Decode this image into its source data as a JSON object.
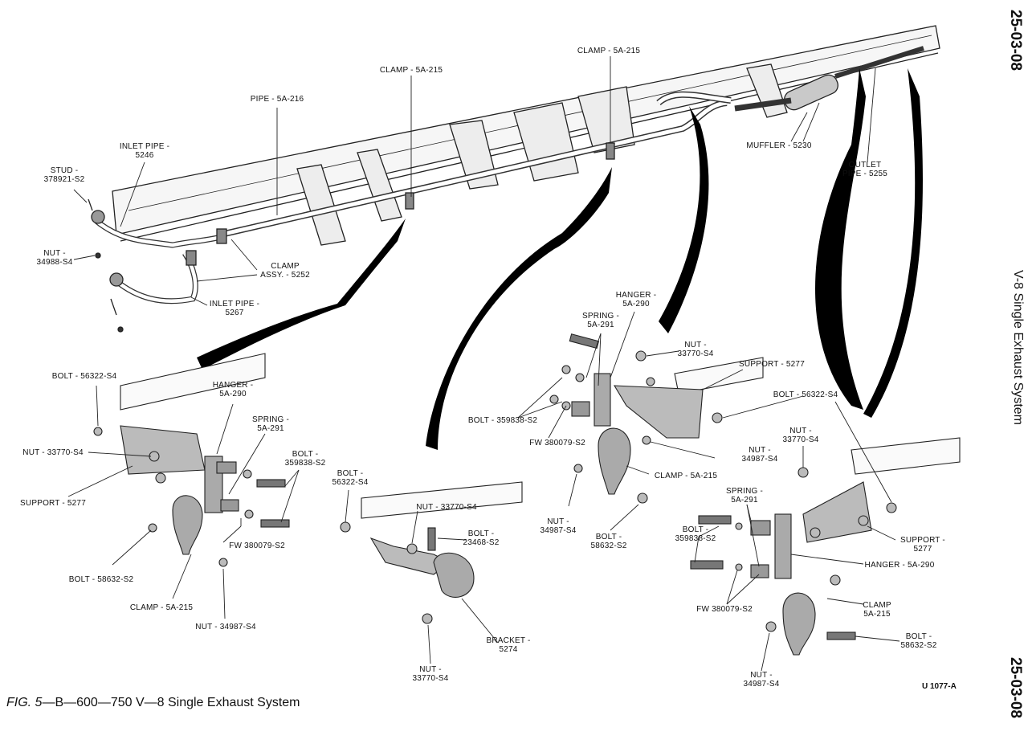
{
  "page": {
    "number_top": "25-03-08",
    "number_bottom": "25-03-08",
    "side_title": "V-8 Single Exhaust System",
    "caption_prefix": "FIG. 5",
    "caption_text": "—B—600—750 V—8 Single Exhaust System",
    "ref_code": "U 1077-A"
  },
  "labels": {
    "stud": [
      "STUD -",
      "378921-S2"
    ],
    "inlet_pipe_top": [
      "INLET PIPE -",
      "5246"
    ],
    "pipe": [
      "PIPE - 5A-216"
    ],
    "clamp_top1": [
      "CLAMP - 5A-215"
    ],
    "clamp_top2": [
      "CLAMP - 5A-215"
    ],
    "muffler": [
      "MUFFLER - 5230"
    ],
    "outlet_pipe": [
      "OUTLET",
      "PIPE - 5255"
    ],
    "nut_top": [
      "NUT -",
      "34988-S4"
    ],
    "clamp_assy": [
      "CLAMP",
      "ASSY. - 5252"
    ],
    "inlet_pipe_low": [
      "INLET PIPE -",
      "5267"
    ],
    "a_bolt": [
      "BOLT - 56322-S4"
    ],
    "a_hanger": [
      "HANGER -",
      "5A-290"
    ],
    "a_spring": [
      "SPRING -",
      "5A-291"
    ],
    "a_nut": [
      "NUT - 33770-S4"
    ],
    "a_bolt2": [
      "BOLT -",
      "359838-S2"
    ],
    "a_support": [
      "SUPPORT - 5277"
    ],
    "a_fw": [
      "FW 380079-S2"
    ],
    "a_bolt3": [
      "BOLT - 58632-S2"
    ],
    "a_clamp": [
      "CLAMP - 5A-215"
    ],
    "a_nut2": [
      "NUT - 34987-S4"
    ],
    "b_bolt": [
      "BOLT -",
      "56322-S4"
    ],
    "b_nut": [
      "NUT - 33770-S4"
    ],
    "b_bolt2": [
      "BOLT -",
      "23468-S2"
    ],
    "b_bracket": [
      "BRACKET -",
      "5274"
    ],
    "b_nut2": [
      "NUT -",
      "33770-S4"
    ],
    "c_hanger": [
      "HANGER -",
      "5A-290"
    ],
    "c_spring": [
      "SPRING -",
      "5A-291"
    ],
    "c_nut": [
      "NUT -",
      "33770-S4"
    ],
    "c_support": [
      "SUPPORT - 5277"
    ],
    "c_bolt": [
      "BOLT - 359838-S2"
    ],
    "c_fw": [
      "FW 380079-S2"
    ],
    "c_nut2": [
      "NUT -",
      "34987-S4"
    ],
    "c_clamp": [
      "CLAMP - 5A-215"
    ],
    "c_nut3": [
      "NUT -",
      "34987-S4"
    ],
    "c_bolt2": [
      "BOLT -",
      "58632-S2"
    ],
    "d_bolt": [
      "BOLT - 56322-S4"
    ],
    "d_nut": [
      "NUT -",
      "33770-S4"
    ],
    "d_spring": [
      "SPRING -",
      "5A-291"
    ],
    "d_bolt2": [
      "BOLT -",
      "359838-S2"
    ],
    "d_support": [
      "SUPPORT -",
      "5277"
    ],
    "d_hanger": [
      "HANGER - 5A-290"
    ],
    "d_fw": [
      "FW 380079-S2"
    ],
    "d_clamp": [
      "CLAMP",
      "5A-215"
    ],
    "d_bolt3": [
      "BOLT -",
      "58632-S2"
    ],
    "d_nut2": [
      "NUT -",
      "34987-S4"
    ]
  }
}
